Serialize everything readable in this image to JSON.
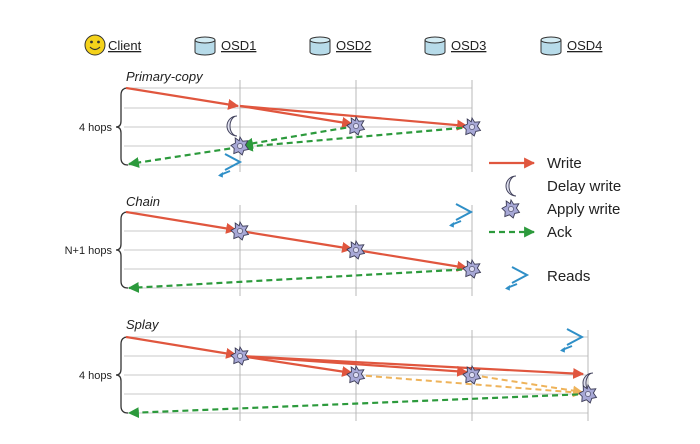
{
  "header": {
    "client": "Client",
    "osd1": "OSD1",
    "osd2": "OSD2",
    "osd3": "OSD3",
    "osd4": "OSD4"
  },
  "sections": {
    "primary": {
      "title": "Primary-copy",
      "hops": "4 hops"
    },
    "chain": {
      "title": "Chain",
      "hops": "N+1 hops"
    },
    "splay": {
      "title": "Splay",
      "hops": "4 hops"
    }
  },
  "legend": {
    "write": "Write",
    "delay": "Delay write",
    "apply": "Apply write",
    "ack": "Ack",
    "reads": "Reads"
  },
  "colors": {
    "write": "#e0563e",
    "ack": "#2c9a3c",
    "splay_ack": "#eeb35a",
    "reads": "#2f8fc7",
    "smiley": "#f4d21b"
  },
  "icons": {
    "client": "smiley-icon",
    "osd": "disk-cylinder-icon",
    "delay": "crescent-moon-icon",
    "apply": "starburst-icon",
    "reads": "reads-arrow-icon"
  }
}
